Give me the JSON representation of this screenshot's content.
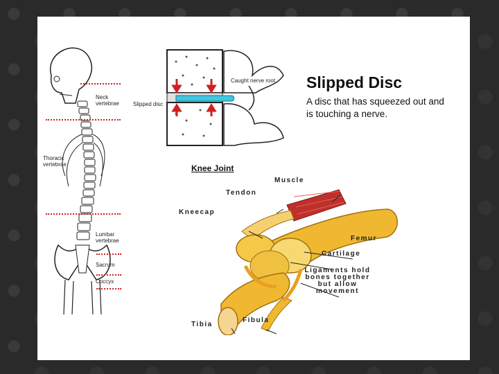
{
  "slipped_disc": {
    "title": "Slipped Disc",
    "description": "A disc that has squeezed out and is touching a nerve.",
    "labels": {
      "caught_nerve_root": "Caught nerve root",
      "slipped_disc": "Slipped disc"
    }
  },
  "spine": {
    "labels": {
      "neck": "Neck\nvertebrae",
      "thoracic": "Thoracic\nvertebrae",
      "lumbar": "Lumbar\nvertebrae",
      "sacrum": "Sacrum",
      "coccyx": "Coccyx"
    }
  },
  "knee": {
    "title": "Knee Joint",
    "labels": {
      "muscle": "Muscle",
      "tendon": "Tendon",
      "kneecap": "Kneecap",
      "femur": "Femur",
      "cartilage": "Cartilage",
      "ligaments": "Ligaments hold\nbones together\nbut allow\nmovement",
      "tibia": "Tibia",
      "fibula": "Fibula"
    }
  },
  "colors": {
    "bone": "#f0b830",
    "muscle": "#c0302a",
    "disc": "#40c8e0",
    "dotted_line": "#d02020"
  }
}
